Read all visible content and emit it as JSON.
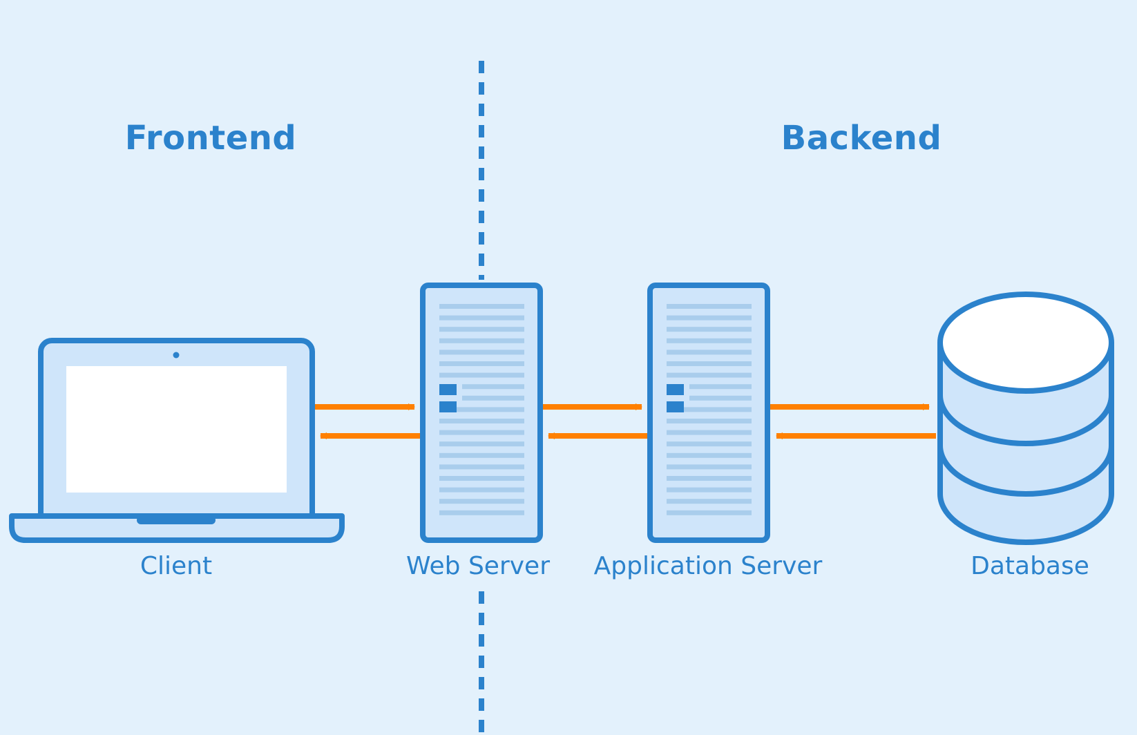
{
  "headings": {
    "frontend": "Frontend",
    "backend": "Backend"
  },
  "nodes": {
    "client": "Client",
    "web_server": "Web Server",
    "application_server": "Application Server",
    "database": "Database"
  },
  "colors": {
    "background": "#e3f1fc",
    "primary": "#2b82cc",
    "fill_light": "#cfe5fa",
    "stripe": "#a9cdec",
    "arrow": "#ff8000",
    "white": "#ffffff"
  },
  "icons": {
    "client": "laptop-icon",
    "web_server": "server-icon",
    "application_server": "server-icon",
    "database": "database-icon"
  }
}
